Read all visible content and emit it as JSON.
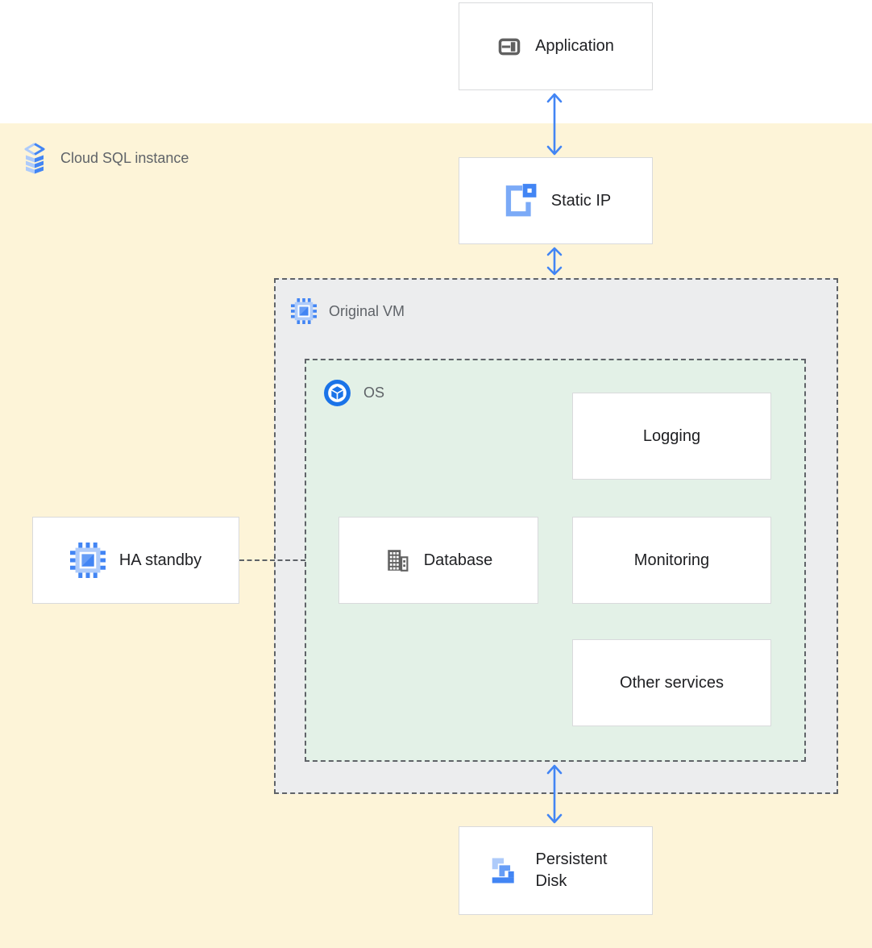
{
  "diagram": {
    "title_area": {
      "cloud_sql_label": "Cloud SQL instance"
    },
    "nodes": {
      "application": "Application",
      "static_ip": "Static IP",
      "original_vm": "Original VM",
      "os": "OS",
      "logging": "Logging",
      "database": "Database",
      "monitoring": "Monitoring",
      "other_services": "Other services",
      "ha_standby": "HA standby",
      "persistent_disk": "Persistent Disk"
    },
    "icons": {
      "cloud_sql": "cloud-sql-layers-icon",
      "application": "app-window-icon",
      "static_ip": "external-ip-icon",
      "original_vm": "compute-engine-chip-icon",
      "os": "os-cube-icon",
      "database": "database-building-icon",
      "ha_standby": "compute-engine-chip-icon",
      "persistent_disk": "persistent-disk-icon",
      "arrows": "double-headed-arrow-icon"
    },
    "colors": {
      "accent_blue": "#4285f4",
      "mid_blue": "#669df6",
      "light_blue": "#aecbfa",
      "ring_blue": "#1a73e8",
      "icon_gray": "#616161",
      "yellow_bg": "#fdf4d8",
      "vm_gray_bg": "#ecedee",
      "os_green_bg": "#e3f1e7",
      "node_border": "#d9dadc",
      "dash_gray": "#5f6368",
      "text_dark": "#202124",
      "text_gray": "#5f6368"
    }
  }
}
